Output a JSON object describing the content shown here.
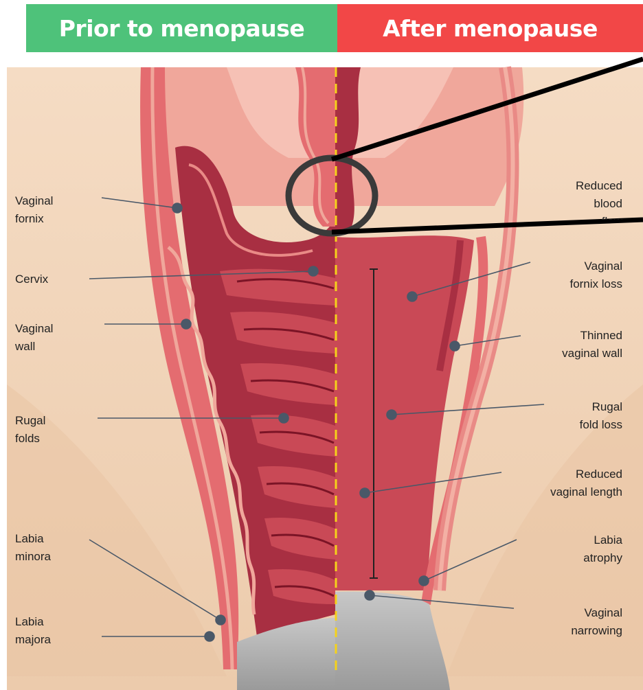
{
  "header": {
    "left_title": "Prior to menopause",
    "right_title": "After menopause"
  },
  "colors": {
    "left_banner": "#4ec27a",
    "right_banner": "#f24747",
    "skin": "#f2d2b4",
    "tissue_dark": "#a42a3c",
    "tissue_mid": "#c94956",
    "tissue_light": "#e98a86",
    "divider": "#f5d21a",
    "pointer": "#4a5868"
  },
  "labels_left": [
    {
      "id": "vaginal-fornix",
      "text": "Vaginal\nfornix"
    },
    {
      "id": "cervix",
      "text": "Cervix"
    },
    {
      "id": "vaginal-wall",
      "text": "Vaginal\nwall"
    },
    {
      "id": "rugal-folds",
      "text": "Rugal\nfolds"
    },
    {
      "id": "labia-minora",
      "text": "Labia\nminora"
    },
    {
      "id": "labia-majora",
      "text": "Labia\nmajora"
    }
  ],
  "labels_right": [
    {
      "id": "reduced-blood-flow",
      "text": "Reduced\nblood\nflow"
    },
    {
      "id": "vaginal-fornix-loss",
      "text": "Vaginal\nfornix loss"
    },
    {
      "id": "thinned-vaginal-wall",
      "text": "Thinned\nvaginal wall"
    },
    {
      "id": "rugal-fold-loss",
      "text": "Rugal\nfold loss"
    },
    {
      "id": "reduced-vaginal-length",
      "text": "Reduced\nvaginal length"
    },
    {
      "id": "labia-atrophy",
      "text": "Labia\natrophy"
    },
    {
      "id": "vaginal-narrowing",
      "text": "Vaginal\nnarrowing"
    }
  ]
}
